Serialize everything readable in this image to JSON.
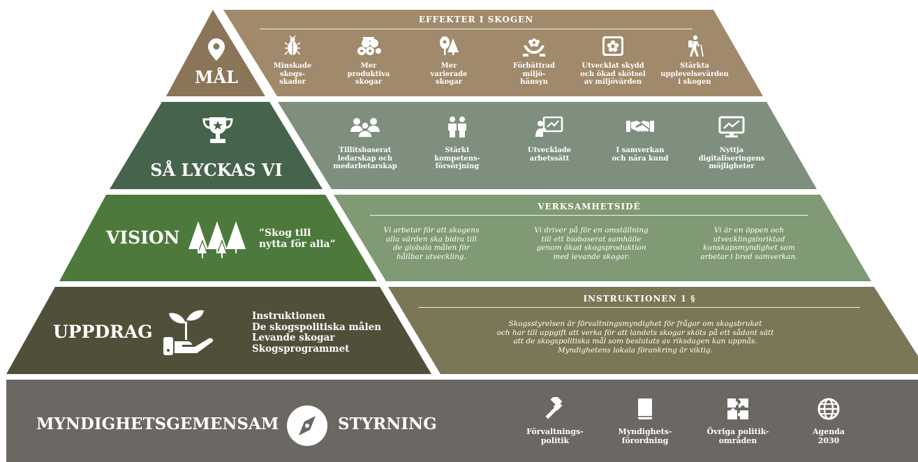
{
  "colors": {
    "mal_left": "#8a7558",
    "mal_right": "#a08a6b",
    "lyckas_left": "#46634b",
    "lyckas_right": "#7e8f7d",
    "vision_left": "#4d7a3c",
    "vision_right": "#7f9a74",
    "uppdrag_left": "#50503a",
    "uppdrag_right": "#7b7756",
    "styrning_bg": "#6b6763",
    "badge": "#ffffff"
  },
  "mal": {
    "title": "MÅL",
    "header": "EFFEKTER I SKOGEN",
    "items": [
      {
        "icon": "beetle-icon",
        "label": "Minskade skogs-skador",
        "lines": [
          "Minskade",
          "skogs-",
          "skador"
        ]
      },
      {
        "icon": "logs-icon",
        "label": "Mer produktiva skogar",
        "lines": [
          "Mer",
          "produktiva",
          "skogar"
        ]
      },
      {
        "icon": "trees-icon",
        "label": "Mer varierade skogar",
        "lines": [
          "Mer",
          "varierade",
          "skogar"
        ]
      },
      {
        "icon": "hands-flower-icon",
        "label": "Förbättrad miljö-hänsyn",
        "lines": [
          "Förbättrad",
          "miljö-",
          "hänsyn"
        ]
      },
      {
        "icon": "protected-flower-icon",
        "label": "Utvecklat skydd och ökad skötsel av miljövärden",
        "lines": [
          "Utvecklat skydd",
          "och ökad skötsel",
          "av miljövärden"
        ]
      },
      {
        "icon": "hiker-icon",
        "label": "Stärkta upplevelsevärden i skogen",
        "lines": [
          "Stärkta",
          "upplevelsevärden",
          "i skogen"
        ]
      }
    ]
  },
  "lyckas": {
    "title": "SÅ LYCKAS VI",
    "items": [
      {
        "icon": "team-icon",
        "lines": [
          "Tillitsbaserat",
          "ledarskap och",
          "medarbetarskap"
        ]
      },
      {
        "icon": "people-icon",
        "lines": [
          "Stärkt",
          "kompetens-",
          "försörjning"
        ]
      },
      {
        "icon": "presentation-icon",
        "lines": [
          "Utvecklade",
          "arbetssätt"
        ]
      },
      {
        "icon": "handshake-icon",
        "lines": [
          "I samverkan",
          "och nära kund"
        ]
      },
      {
        "icon": "monitor-chart-icon",
        "lines": [
          "Nyttja",
          "digitaliseringens",
          "möjligheter"
        ]
      }
    ]
  },
  "vision": {
    "title": "VISION",
    "quote_lines": [
      "”Skog till",
      "nytta för alla”"
    ],
    "header": "VERKSAMHETSIDÉ",
    "columns": [
      [
        "Vi arbetar för att skogens",
        "alla värden ska bidra till",
        "de globala målen för",
        "hållbar utveckling."
      ],
      [
        "Vi driver på för en omställning",
        "till ett biobaserat samhälle",
        "genom ökad skogsproduktion",
        "med levande skogar."
      ],
      [
        "Vi är en öppen och",
        "utvecklingsinriktad",
        "kunskapsmyndighet som",
        "arbetar i bred samverkan."
      ]
    ]
  },
  "uppdrag": {
    "title": "UPPDRAG",
    "list": [
      "Instruktionen",
      "De skogspolitiska målen",
      "Levande skogar",
      "Skogsprogrammet"
    ],
    "header": "INSTRUKTIONEN 1 §",
    "text_lines": [
      "Skogsstyrelsen är förvaltningsmyndighet för frågor om skogsbruket",
      "och har till  uppgift att verka för att landets skogar sköts på ett sådant sätt",
      "att de skogspolitiska mål som beslutats av riksdagen kan uppnås.",
      "Myndighetens lokala förankring är viktig."
    ]
  },
  "styrning": {
    "title_left": "MYNDIGHETSGEMENSAM",
    "title_right": "STYRNING",
    "items": [
      {
        "icon": "gavel-icon",
        "lines": [
          "Förvaltnings-",
          "politik"
        ]
      },
      {
        "icon": "book-icon",
        "lines": [
          "Myndighets-",
          "förordning"
        ]
      },
      {
        "icon": "puzzle-icon",
        "lines": [
          "Övriga politik-",
          "områden"
        ]
      },
      {
        "icon": "globe-icon",
        "lines": [
          "Agenda",
          "2030"
        ]
      }
    ]
  }
}
